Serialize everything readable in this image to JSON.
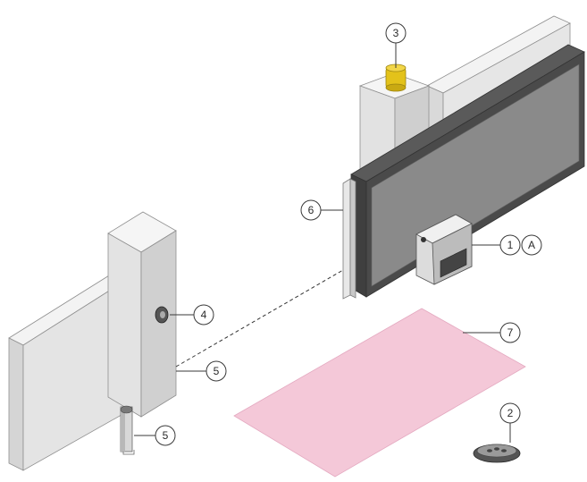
{
  "callouts": {
    "motor": "1",
    "motor_variant": "A",
    "remote": "2",
    "lamp": "3",
    "key_selector": "4",
    "photocell_post": "5",
    "photocell_column": "5",
    "safety_edge": "6",
    "loop_area": "7"
  },
  "colors": {
    "wall_light": "#ececec",
    "wall_mid": "#d6d6d6",
    "wall_dark": "#bfbfbf",
    "gate_panel": "#8a8a8a",
    "gate_frame": "#4a4a4a",
    "lamp": "#e3c21a",
    "loop_area": "#f4c8d8",
    "motor_body": "#dcdcdc"
  }
}
